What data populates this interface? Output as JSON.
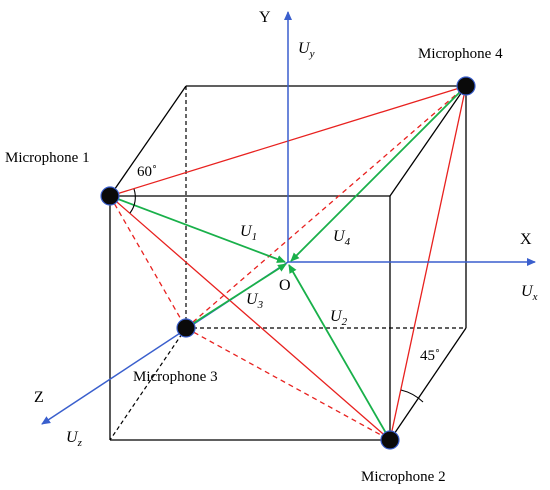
{
  "colors": {
    "cube": "#000000",
    "axis": "#3a5fcd",
    "red": "#e8211f",
    "green": "#19b04a",
    "node": "#0a0a0a"
  },
  "axes": {
    "x": "X",
    "y": "Y",
    "z": "Z",
    "origin": "O"
  },
  "unit_vectors": {
    "ux": {
      "base": "U",
      "sub": "x"
    },
    "uy": {
      "base": "U",
      "sub": "y"
    },
    "uz": {
      "base": "U",
      "sub": "z"
    }
  },
  "vectors": {
    "u1": {
      "base": "U",
      "sub": "1"
    },
    "u2": {
      "base": "U",
      "sub": "2"
    },
    "u3": {
      "base": "U",
      "sub": "3"
    },
    "u4": {
      "base": "U",
      "sub": "4"
    }
  },
  "microphones": {
    "m1": "Microphone 1",
    "m2": "Microphone 2",
    "m3": "Microphone 3",
    "m4": "Microphone 4"
  },
  "angles": {
    "a60": "60˚",
    "a45": "45˚"
  }
}
